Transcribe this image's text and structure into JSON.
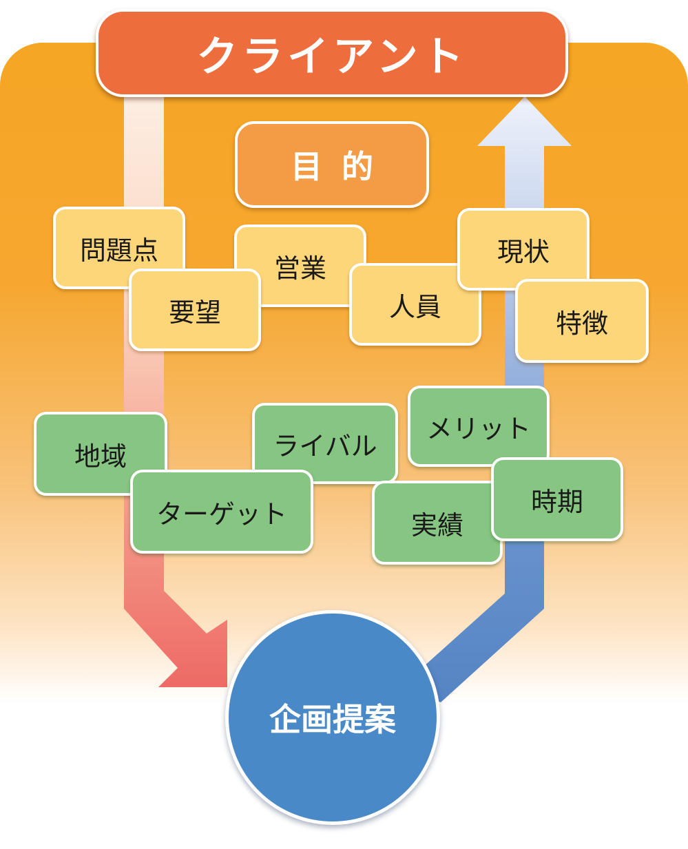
{
  "client": {
    "label": "クライアント"
  },
  "purpose": {
    "label": "目的"
  },
  "proposal": {
    "label": "企画提案"
  },
  "factors": {
    "problems": "問題点",
    "demand": "要望",
    "sales": "営業",
    "staff": "人員",
    "status": "現状",
    "features": "特徴",
    "region": "地域",
    "target": "ターゲット",
    "rival": "ライバル",
    "merit": "メリット",
    "results": "実績",
    "timing": "時期"
  },
  "colors": {
    "client": "#ee6d3c",
    "purpose": "#f39c45",
    "proposal": "#4a89c8",
    "yellow_box": "#fdd67a",
    "green_box": "#86c682",
    "arrow_down": "#ee6e6a",
    "arrow_up": "#5b87c6",
    "background_top": "#f5a623"
  }
}
